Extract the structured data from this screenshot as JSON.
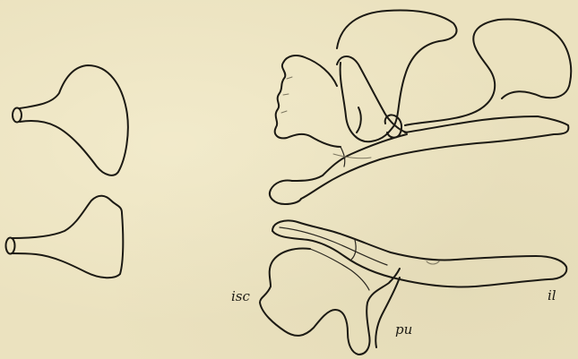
{
  "figure": {
    "background_color": "#ebe2bf",
    "ink_color": "#1c1a14",
    "labels": {
      "ischium": "isc",
      "pubis": "pu",
      "ilium": "il"
    }
  }
}
